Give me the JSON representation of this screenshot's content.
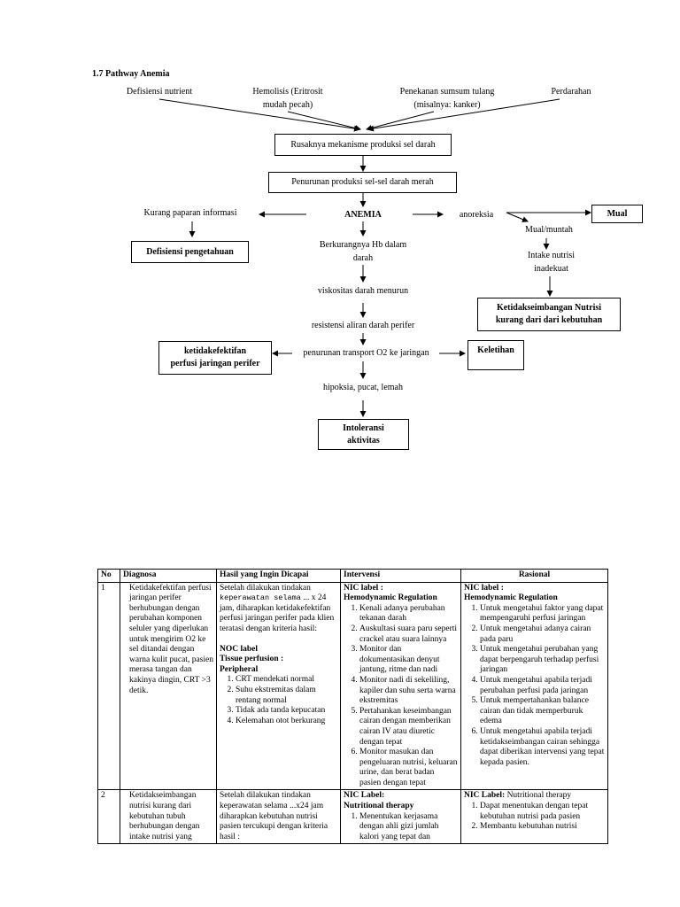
{
  "heading": "1.7 Pathway Anemia",
  "causes": [
    "Defisiensi nutrient",
    "Hemolisis (Eritrosit",
    "mudah pecah)",
    "Penekanan sumsum tulang",
    "(misalnya: kanker)",
    "Perdarahan"
  ],
  "flow": {
    "rusaknya": "Rusaknya mekanisme produksi sel darah",
    "penurunan_produksi": "Penurunan produksi sel-sel darah merah",
    "anemia": "ANEMIA",
    "kurang_paparan": "Kurang paparan informasi",
    "defisiensi_pengetahuan": "Defisiensi pengetahuan",
    "anoreksia": "anoreksia",
    "mual": "Mual",
    "mual_muntah": "Mual/muntah",
    "intake_1": "Intake nutrisi",
    "intake_2": "inadekuat",
    "ketidakseimbangan_1": "Ketidakseimbangan Nutrisi",
    "ketidakseimbangan_2": "kurang dari dari kebutuhan",
    "hb_1": "Berkurangnya Hb dalam",
    "hb_2": "darah",
    "viskositas": "viskositas darah menurun",
    "resistensi": "resistensi aliran darah perifer",
    "penurunan_o2": "penurunan transport O2 ke jaringan",
    "ketidakefektifan_1": "ketidakefektifan",
    "ketidakefektifan_2": "perfusi jaringan perifer",
    "keletihan": "Keletihan",
    "hipoksia": "hipoksia, pucat, lemah",
    "intoleransi_1": "Intoleransi",
    "intoleransi_2": "aktivitas"
  },
  "table": {
    "headers": [
      "No",
      "Diagnosa",
      "Hasil yang Ingin Dicapai",
      "Intervensi",
      "Rasional"
    ],
    "row1": {
      "no": "1",
      "diagnosa": "Ketidakefektifan perfusi jaringan perifer berhubungan dengan perubahan komponen seluler yang diperlukan untuk mengirim O2 ke sel ditandai dengan warna kulit pucat, pasien merasa tangan dan kakinya dingin, CRT >3 detik.",
      "hasil_intro_1": "Setelah dilakukan tindakan",
      "hasil_intro_mono": "keperawatan selama",
      "hasil_intro_2": "... x 24 jam, diharapkan ketidakefektifan perfusi jaringan perifer pada klien teratasi dengan kriteria hasil:",
      "noc_label": "NOC label",
      "noc_title_1": "Tissue perfusion :",
      "noc_title_2": "Peripheral",
      "criteria": [
        "CRT mendekati normal",
        "Suhu ekstremitas dalam rentang normal",
        "Tidak ada tanda kepucatan",
        "Kelemahan otot berkurang"
      ],
      "nic_label": "NIC label :",
      "nic_title": "Hemodynamic Regulation",
      "interventions": [
        "Kenali adanya perubahan tekanan darah",
        "Auskultasi suara paru seperti crackel atau suara lainnya",
        "Monitor dan dokumentasikan denyut jantung, ritme dan nadi",
        "Monitor nadi di sekeliling, kapiler dan suhu serta warna ekstremitas",
        "Pertahankan keseimbangan cairan dengan memberikan cairan IV atau diuretic dengan tepat",
        "Monitor masukan dan pengeluaran nutrisi, keluaran urine, dan berat badan pasien dengan tepat"
      ],
      "rasional_label": "NIC label :",
      "rasional_title": "Hemodynamic Regulation",
      "rationales": [
        "Untuk mengetahui faktor yang dapat mempengaruhi perfusi jaringan",
        "Untuk mengetahui adanya cairan pada paru",
        "Untuk mengetahui perubahan yang dapat berpengaruh terhadap perfusi jaringan",
        "Untuk mengetahui apabila terjadi perubahan perfusi pada jaringan",
        "Untuk mempertahankan balance cairan dan tidak memperburuk edema",
        "Untuk mengetahui apabila terjadi ketidakseimbangan cairan sehingga dapat diberikan intervensi yang tepat kepada pasien."
      ]
    },
    "row2": {
      "no": "2",
      "diagnosa": "Ketidakseimbangan nutrisi kurang dari kebutuhan tubuh berhubungan dengan intake nutrisi yang",
      "hasil": "Setelah dilakukan tindakan keperawatan selama ...x24 jam diharapkan kebutuhan nutrisi pasien tercukupi dengan kriteria hasil :",
      "nic_label": "NIC Label:",
      "nic_title": "Nutritional therapy",
      "interventions": [
        "Menentukan kerjasama dengan ahli gizi jumlah kalori yang tepat dan"
      ],
      "rasional_label": "NIC Label:",
      "rasional_title": "Nutritional therapy",
      "rationales": [
        "Dapat menentukan dengan tepat kebutuhan nutrisi pada pasien",
        "Membantu kebutuhan nutrisi"
      ]
    }
  }
}
